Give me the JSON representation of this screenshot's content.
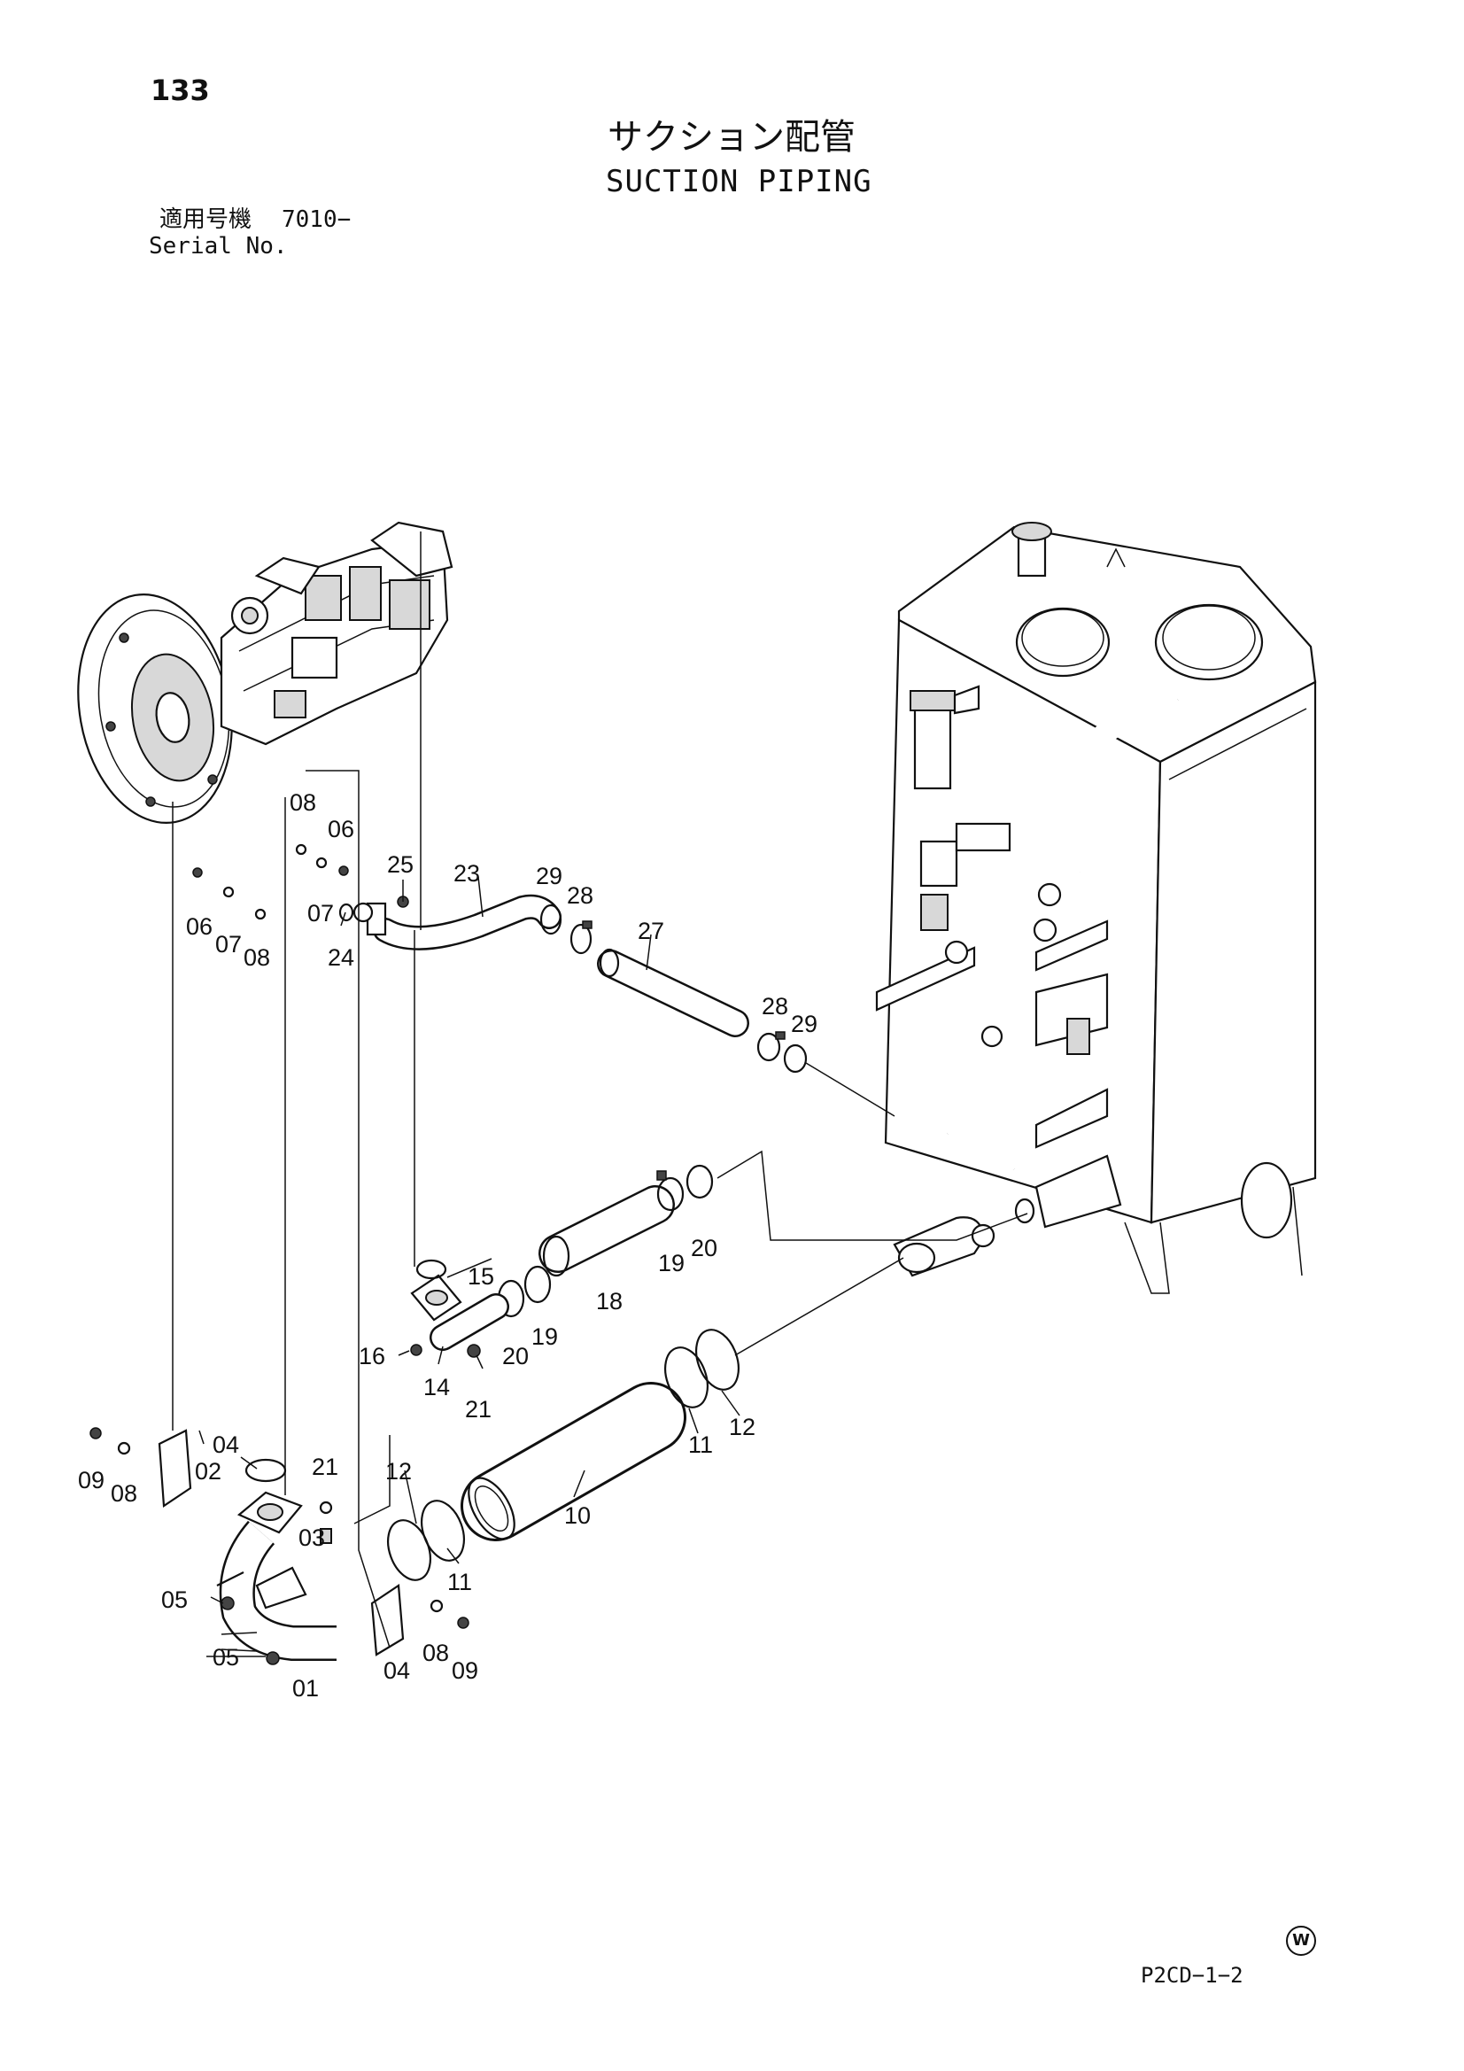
{
  "page_number": "133",
  "title_jp": "サクション配管",
  "title_en": "SUCTION PIPING",
  "serial": {
    "label_jp": "適用号機",
    "value": "7010−",
    "label_en": "Serial No."
  },
  "footer_code": "P2CD−1−2",
  "watermark_mark": "W",
  "callouts": {
    "c01": "01",
    "c02": "02",
    "c03": "03",
    "c04a": "04",
    "c04b": "04",
    "c05a": "05",
    "c05b": "05",
    "c06a": "06",
    "c06b": "06",
    "c07a": "07",
    "c07b": "07",
    "c08a": "08",
    "c08b": "08",
    "c08c": "08",
    "c08d": "08",
    "c09a": "09",
    "c09b": "09",
    "c10": "10",
    "c11a": "11",
    "c11b": "11",
    "c12a": "12",
    "c12b": "12",
    "c14": "14",
    "c15": "15",
    "c16": "16",
    "c18": "18",
    "c19a": "19",
    "c19b": "19",
    "c20a": "20",
    "c20b": "20",
    "c21a": "21",
    "c21b": "21",
    "c23": "23",
    "c24": "24",
    "c25": "25",
    "c27": "27",
    "c28a": "28",
    "c28b": "28",
    "c29a": "29",
    "c29b": "29"
  }
}
